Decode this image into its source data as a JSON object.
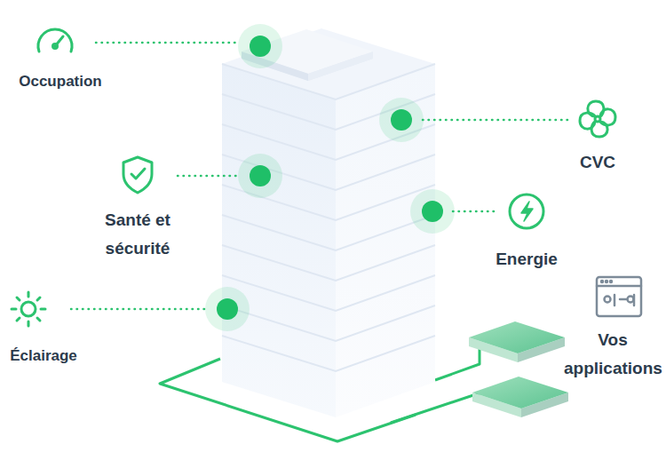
{
  "diagram": {
    "labels": [
      "Occupation",
      "Santé et sécurité",
      "Éclairage",
      "CVC",
      "Energie",
      "Vos applications"
    ]
  }
}
